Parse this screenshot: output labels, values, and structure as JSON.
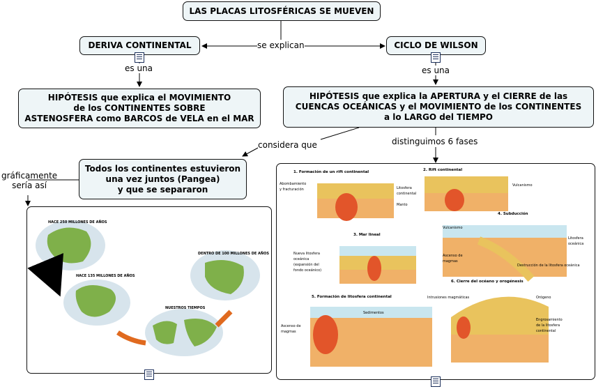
{
  "nodes": {
    "main_title": "LAS PLACAS LITOSFÉRICAS SE MUEVEN",
    "deriva": "DERIVA CONTINENTAL",
    "wilson": "CICLO DE WILSON",
    "hipotesis_deriva": [
      "HIPÓTESIS que explica el MOVIMIENTO",
      "de los CONTINENTES SOBRE",
      "ASTENOSFERA como BARCOS de VELA en el MAR"
    ],
    "hipotesis_wilson": [
      "HIPÓTESIS que explica la APERTURA y el CIERRE de las",
      "CUENCAS OCEÁNICAS y el MOVIMIENTO de los CONTINENTES",
      "a lo LARGO del TIEMPO"
    ],
    "pangea": [
      "Todos los continentes estuvieron",
      "una vez juntos (Pangea)",
      "y que se separaron"
    ]
  },
  "links": {
    "se_explican": "se explican",
    "es_una_left": "es una",
    "es_una_right": "es una",
    "considera_que": "considera que",
    "distinguimos": "distinguimos 6 fases",
    "graficamente": [
      "gráficamente",
      "sería así"
    ]
  },
  "map_panel": {
    "hace250": "HACE 250 MILLONES DE AÑOS",
    "hace135": "HACE 135 MILLONES DE AÑOS",
    "nuestros": "NUESTROS TIEMPOS",
    "dentro100": "DENTRO DE 100 MILLONES DE AÑOS"
  },
  "wilson_panel": {
    "f1": "1. Formación de un rift continental",
    "f2": "2. Rift continental",
    "f3": "3. Mar lineal",
    "f4": "4. Subducción",
    "f5": "5. Formación de litosfera continental",
    "f6": "6. Cierre del océano y orogénesis",
    "abombamiento": [
      "Abombamiento",
      "y fracturación"
    ],
    "litosfera_cont": [
      "Litosfera",
      "continental"
    ],
    "manto": "Manto",
    "vulcanismo": "Vulcanismo",
    "vulcanismo2": "Vulcanismo",
    "litosfera_oce": [
      "Litosfera",
      "oceánica"
    ],
    "nueva": [
      "Nueva litosfera",
      "oceánica",
      "(expansión del",
      "fondo oceánico)"
    ],
    "ascenso": [
      "Ascenso de",
      "magmas"
    ],
    "destruccion": "Destrucción de la litosfera oceánica",
    "sedimentos": "Sedimentos",
    "ascenso2": [
      "Ascenso de",
      "magmas"
    ],
    "intrusiones": "Intrusiones magmáticas",
    "orogeno": "Orógeno",
    "engrosamiento": [
      "Engrosamiento",
      "de la litosfera",
      "continental"
    ]
  },
  "colors": {
    "node_bg": "#eef5f7",
    "ocean": "#c9e6ef",
    "crust": "#e9c35d",
    "magma": "#e2552a",
    "continent": "#7fb04a"
  }
}
